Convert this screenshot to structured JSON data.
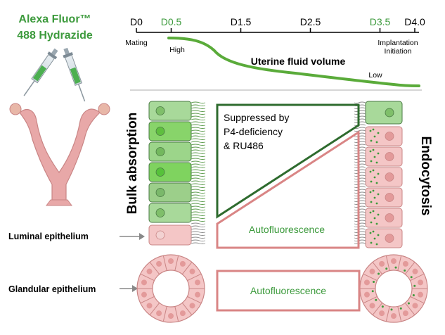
{
  "probe": {
    "line1": "Alexa Fluor™",
    "line2": "488 Hydrazide"
  },
  "timeline": {
    "ticks": [
      {
        "label": "D0",
        "highlight": false,
        "day": 0
      },
      {
        "label": "D0.5",
        "highlight": true,
        "day": 0.5
      },
      {
        "label": "D1.5",
        "highlight": false,
        "day": 1.5
      },
      {
        "label": "D2.5",
        "highlight": false,
        "day": 2.5
      },
      {
        "label": "D3.5",
        "highlight": true,
        "day": 3.5
      },
      {
        "label": "D4.0",
        "highlight": false,
        "day": 4.0
      }
    ],
    "mating": "Mating",
    "implantation_line1": "Implantation",
    "implantation_line2": "Initiation",
    "high": "High",
    "low": "Low",
    "fluid_title": "Uterine fluid volume"
  },
  "labels": {
    "bulk_absorption": "Bulk absorption",
    "endocytosis": "Endocytosis",
    "luminal_epithelium": "Luminal epithelium",
    "glandular_epithelium": "Glandular epithelium"
  },
  "panels": {
    "suppressed_line1": "Suppressed by",
    "suppressed_line2": "P4-deficiency",
    "suppressed_line3": "& RU486",
    "autofluorescence_luminal": "Autofluorescence",
    "autofluorescence_glandular": "Autofluorescence"
  },
  "colors": {
    "green_text": "#3c9a3c",
    "dark_green": "#2e7d32",
    "curve_green": "#5aab3a",
    "red_outline": "#d98585",
    "pink_cell": "#f4c6c6",
    "pink_nucleus": "#e39a9a",
    "uterus": "#e8a8a8"
  }
}
